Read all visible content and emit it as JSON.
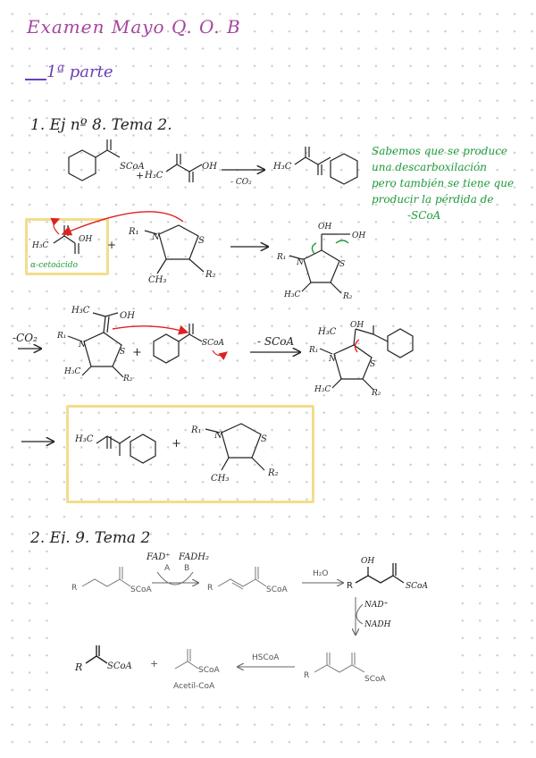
{
  "header": {
    "title": "Examen Mayo Q. O. B",
    "part": "1ª parte"
  },
  "section1": {
    "heading": "1. Ej nº 8. Tema 2.",
    "reagent_thioester": "SCoA",
    "reagent_ch3": "H₃C",
    "reagent_oh": "OH",
    "arrow1_label": "- CO₂",
    "product1_ch3": "H₃C",
    "note": [
      "Sabemos que se produce",
      "una descarboxilación",
      "pero también se tiene que",
      "producir la pérdida de"
    ],
    "note_last": "-SCoA",
    "box_label": "α-cetoácido",
    "ketoacid_ch3": "H₃C",
    "ketoacid_oh": "OH",
    "tpp_r1": "R₁",
    "tpp_n": "N",
    "tpp_s": "S",
    "tpp_ch3": "CH₃",
    "tpp_r2": "R₂",
    "plus": "+",
    "adduct_oh1": "OH",
    "adduct_oh2": "OH",
    "adduct_ch3": "H₃C",
    "step2_label": "-CO₂",
    "enamine_ch3": "H₃C",
    "enamine_oh": "OH",
    "thioester2": "SCoA",
    "step3_label": "- SCoA",
    "inter_ch3": "H₃C",
    "inter_oh": "OH",
    "final_ch3": "H₃C"
  },
  "section2": {
    "heading": "2. Ej. 9. Tema 2",
    "fad": "FAD⁺",
    "fadh": "FADH₂",
    "label_a": "A",
    "label_b": "B",
    "r": "R",
    "scoa": "SCoA",
    "h2o": "H₂O",
    "oh": "OH",
    "nad": "NAD⁺",
    "nadh": "NADH",
    "hscoa": "HSCoA",
    "acetil": "Acetil-CoA",
    "plus": "+"
  },
  "colors": {
    "title": "#a4479e",
    "green_note": "#1f9a3a",
    "box": "#f3dd8d",
    "arrow_red": "#e02020"
  }
}
